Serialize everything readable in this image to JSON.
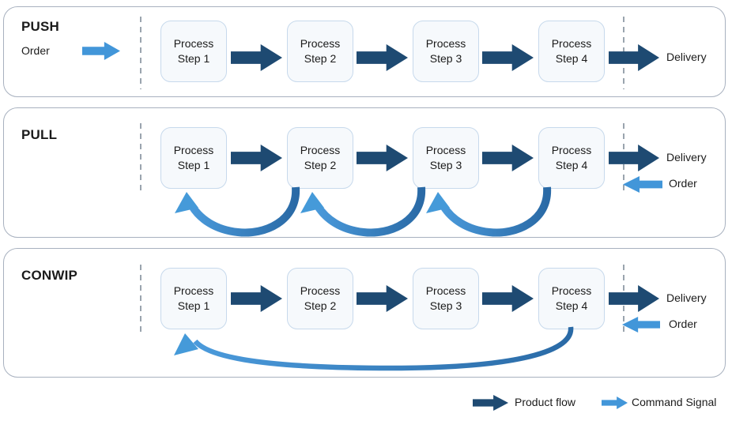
{
  "colors": {
    "navy": "#1e4a72",
    "blue": "#4296d9",
    "swoosh_dark": "#2a6aa6",
    "swoosh_light": "#4b9bdc",
    "box_fill": "#f6f9fc",
    "box_border": "#c7d9ec",
    "panel_border": "#a8b1bf",
    "dash": "#9aa4ae",
    "text": "#1b1b1b"
  },
  "panels": [
    {
      "title": "PUSH",
      "order_label": "Order",
      "delivery_label": "Delivery",
      "steps": [
        {
          "line1": "Process",
          "line2": "Step 1"
        },
        {
          "line1": "Process",
          "line2": "Step 2"
        },
        {
          "line1": "Process",
          "line2": "Step 3"
        },
        {
          "line1": "Process",
          "line2": "Step 4"
        }
      ]
    },
    {
      "title": "PULL",
      "order_label": "Order",
      "delivery_label": "Delivery",
      "steps": [
        {
          "line1": "Process",
          "line2": "Step 1"
        },
        {
          "line1": "Process",
          "line2": "Step 2"
        },
        {
          "line1": "Process",
          "line2": "Step 3"
        },
        {
          "line1": "Process",
          "line2": "Step 4"
        }
      ]
    },
    {
      "title": "CONWIP",
      "order_label": "Order",
      "delivery_label": "Delivery",
      "steps": [
        {
          "line1": "Process",
          "line2": "Step 1"
        },
        {
          "line1": "Process",
          "line2": "Step 2"
        },
        {
          "line1": "Process",
          "line2": "Step 3"
        },
        {
          "line1": "Process",
          "line2": "Step 4"
        }
      ]
    }
  ],
  "legend": {
    "product_flow_label": "Product flow",
    "command_signal_label": "Command Signal"
  }
}
